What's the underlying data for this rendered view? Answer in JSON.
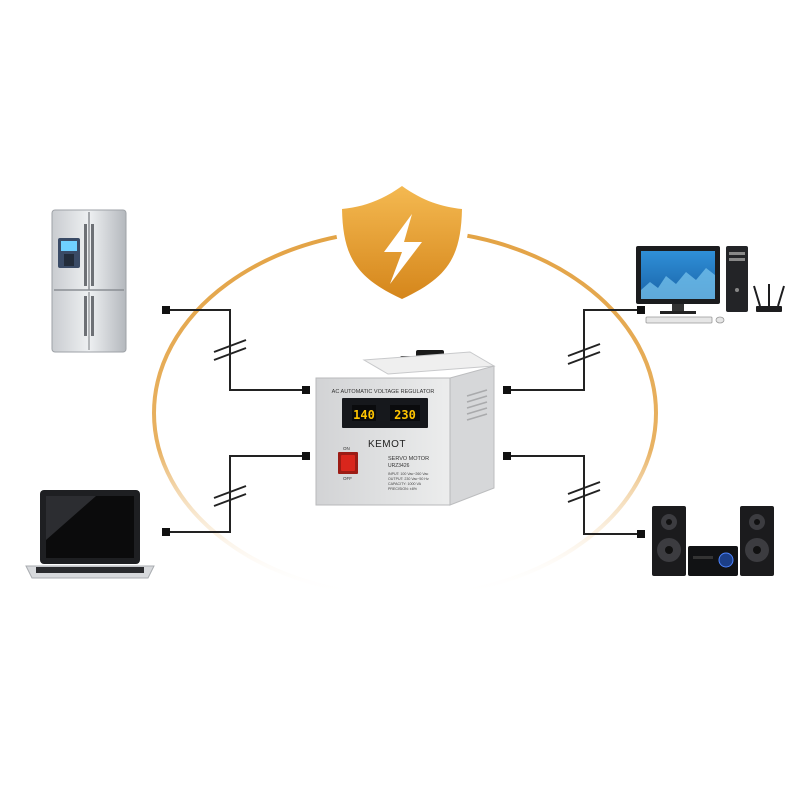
{
  "regulator": {
    "header": "AC AUTOMATIC VOLTAGE REGULATOR",
    "input_display": "140",
    "output_display": "230",
    "brand": "KEMOT",
    "switch_on": "ON",
    "switch_off": "OFF",
    "motor_label": "SERVO MOTOR",
    "model": "URZ3426",
    "spec_input": "INPUT: 100 Vac~260 Vac",
    "spec_output": "OUTPUT: 230 Vac~50 Hz",
    "spec_capacity": "CAPACITY: 1000 VA",
    "spec_precision": "PRECISION: ±8%"
  },
  "colors": {
    "ring": "#e6a84a",
    "shield_top": "#f3b34a",
    "shield_bottom": "#d68a1a",
    "wire": "#222222",
    "display_digits": "#ffc400",
    "switch": "#d9261c"
  },
  "icons": {
    "shield": "lightning-shield-icon",
    "fridge": "refrigerator-icon",
    "laptop": "laptop-icon",
    "computer": "desktop-computer-icon",
    "stereo": "stereo-system-icon"
  }
}
